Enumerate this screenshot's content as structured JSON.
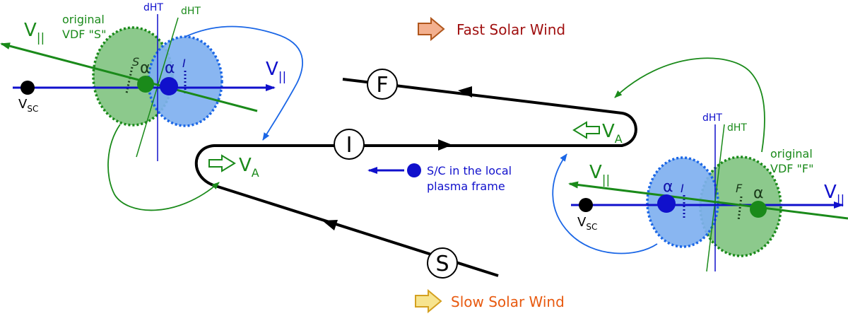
{
  "colors": {
    "green": "#1a8a1a",
    "green_fill": "#8cc98c",
    "blue": "#1010cc",
    "blue_fill": "#7fb0f0",
    "light_blue": "#1a66e6",
    "dark_red": "#a01010",
    "orange_text": "#e85a10",
    "fast_arrow_fill": "#f3b08f",
    "slow_arrow_fill": "#f7e48f"
  },
  "labels": {
    "fast_wind": "Fast Solar Wind",
    "slow_wind": "Slow Solar Wind",
    "sc_frame_line1": "S/C in the local",
    "sc_frame_line2": "plasma frame",
    "node_f": "F",
    "node_i": "I",
    "node_s": "S"
  },
  "left_vdf": {
    "caption_line1": "original",
    "caption_line2": "VDF \"S\"",
    "v_par_green": "V",
    "v_par_green_sub": "||",
    "v_par_blue": "V",
    "v_par_blue_sub": "||",
    "dht_blue": "dHT",
    "dht_green": "dHT",
    "vsc": "V",
    "vsc_sub": "SC",
    "marker_s": "S",
    "marker_i": "I",
    "alpha_green": "α",
    "alpha_blue": "α"
  },
  "right_vdf": {
    "caption_line1": "original",
    "caption_line2": "VDF \"F\"",
    "v_par_green": "V",
    "v_par_green_sub": "||",
    "v_par_blue": "V",
    "v_par_blue_sub": "||",
    "dht_blue": "dHT",
    "dht_green": "dHT",
    "vsc": "V",
    "vsc_sub": "SC",
    "marker_f": "F",
    "marker_i": "I",
    "alpha_green": "α",
    "alpha_blue": "α"
  },
  "va_labels": {
    "left": "V",
    "left_sub": "A",
    "right": "V",
    "right_sub": "A"
  }
}
